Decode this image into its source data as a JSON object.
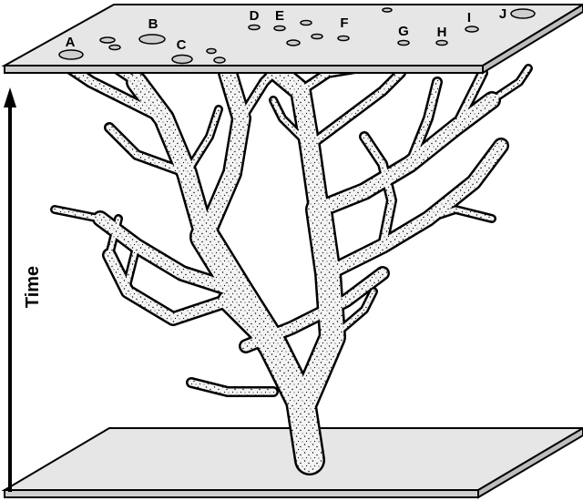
{
  "axis": {
    "label": "Time"
  },
  "lineages": [
    {
      "label": "A"
    },
    {
      "label": "B"
    },
    {
      "label": "C"
    },
    {
      "label": "D"
    },
    {
      "label": "E"
    },
    {
      "label": "F"
    },
    {
      "label": "G"
    },
    {
      "label": "H"
    },
    {
      "label": "I"
    },
    {
      "label": "J"
    }
  ],
  "colors": {
    "ink": "#000000",
    "plane": "#e6e6e6",
    "branch": "#f2f2f2"
  }
}
